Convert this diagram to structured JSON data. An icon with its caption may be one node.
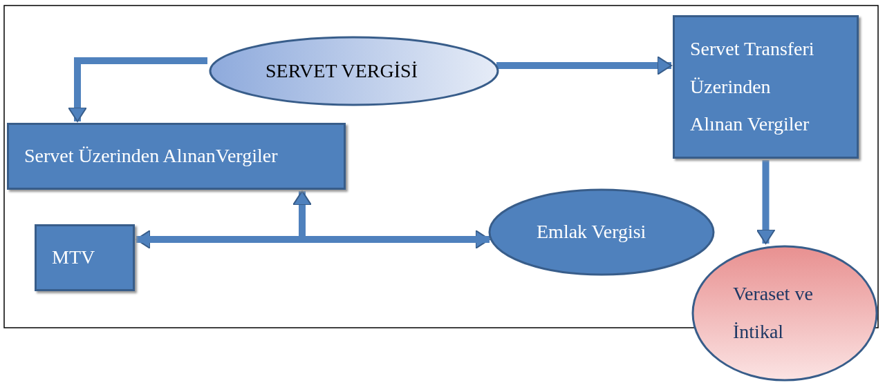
{
  "diagram": {
    "nodes": [
      {
        "text": [
          "SERVET VERGİSİ"
        ]
      },
      {
        "text": [
          "Servet Üzerinden AlınanVergiler"
        ]
      },
      {
        "text": [
          "Servet Transferi Üzerinden Alınan Vergiler"
        ]
      },
      {
        "text": [
          "MTV"
        ]
      },
      {
        "text": [
          "Emlak Vergisi"
        ]
      },
      {
        "text": [
          "Veraset ve İntikal"
        ]
      }
    ],
    "edges": [
      {
        "from": 0,
        "to": 1,
        "arrow": "to"
      },
      {
        "from": 0,
        "to": 2,
        "arrow": "to"
      },
      {
        "from": 2,
        "to": 5,
        "arrow": "to"
      },
      {
        "from": 3,
        "to": 4,
        "arrow": "both"
      },
      {
        "from": 3,
        "to": 1,
        "arrow": "to"
      },
      {
        "from": 4,
        "to": 1,
        "arrow": "to"
      }
    ]
  }
}
